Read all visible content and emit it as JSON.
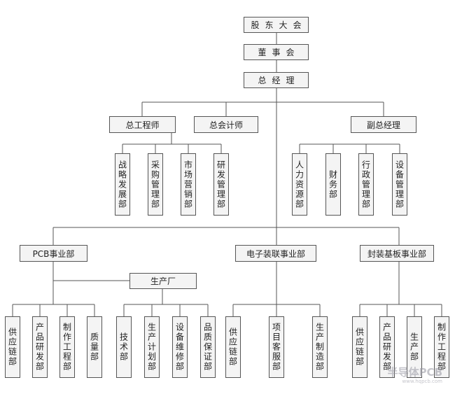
{
  "top": {
    "shareholders": "股东大会",
    "board": "董事会",
    "gm": "总经理"
  },
  "executives": {
    "chief_engineer": "总工程师",
    "chief_accountant": "总会计师",
    "deputy_gm": "副总经理"
  },
  "departments_left": [
    "战略发展部",
    "采购管理部",
    "市场营销部",
    "研发管理部"
  ],
  "departments_right": [
    "人力资源部",
    "财务部",
    "行政管理部",
    "设备管理部"
  ],
  "divisions": {
    "pcb": "PCB事业部",
    "assembly": "电子装联事业部",
    "substrate": "封装基板事业部",
    "factory": "生产厂"
  },
  "pcb_units": [
    "供应链部",
    "产品研发部",
    "制作工程部",
    "质量部"
  ],
  "factory_units": [
    "技术部",
    "生产计划部",
    "设备维修部",
    "品质保证部"
  ],
  "assembly_units": [
    "供应链部",
    "项目客服部",
    "生产制造部"
  ],
  "substrate_units": [
    "供应链部",
    "产品研发部",
    "生产部",
    "制作工程部"
  ],
  "watermark": {
    "main": "半导体PCB",
    "sub": "www.hqpcb.com"
  }
}
